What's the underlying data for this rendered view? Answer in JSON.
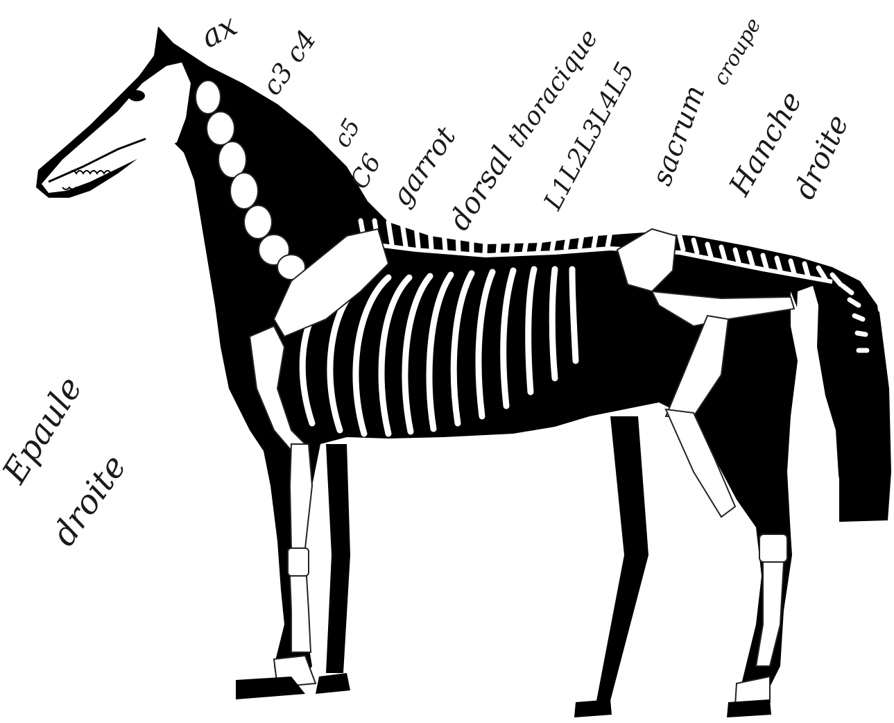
{
  "annotations": {
    "atlas": "ax",
    "c3_c4": "c3 c4",
    "c5": "c5",
    "c6": "C6",
    "garrot": "garrot",
    "dorsal": "dorsal",
    "thoracique": "thoracique",
    "lumbar": "L1L2L3L4L5",
    "sacrum": "sacrum",
    "croupe": "croupe",
    "hanche": "Hanche",
    "droite_hip": "droite",
    "epaule": "Epaule",
    "droite_shoulder": "droite"
  },
  "colors": {
    "ink": "#000000",
    "bone": "#ffffff",
    "pen": "#1a1a1a"
  }
}
